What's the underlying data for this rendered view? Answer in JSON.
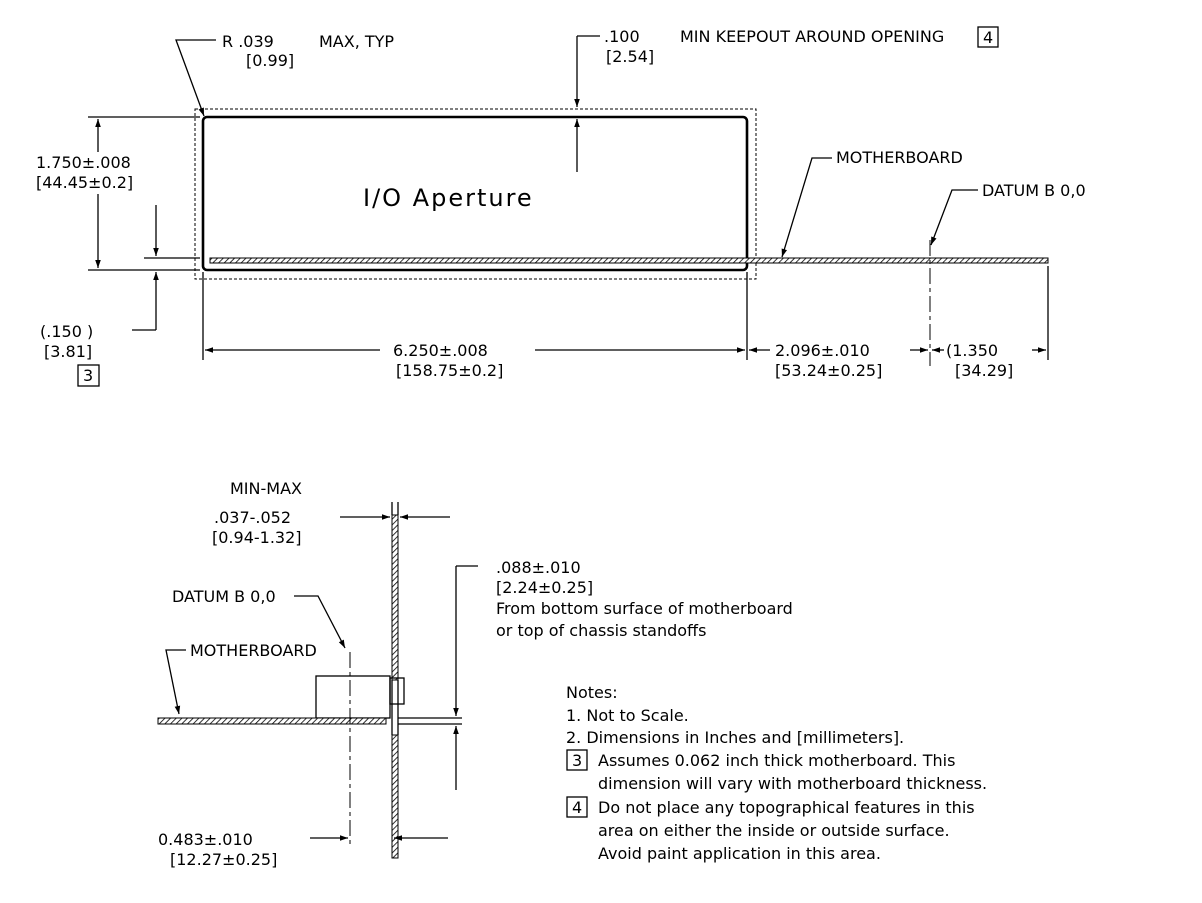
{
  "top_view": {
    "radius_label": "R .039",
    "radius_label_suffix": "MAX, TYP",
    "radius_mm": "[0.99]",
    "keepout_in": ".100",
    "keepout_text": "MIN KEEPOUT AROUND OPENING",
    "keepout_note_ref": "4",
    "keepout_mm": "[2.54]",
    "aperture_label": "I/O Aperture",
    "motherboard_label": "MOTHERBOARD",
    "datum_label": "DATUM B 0,0",
    "height_in": "1.750±.008",
    "height_mm": "[44.45±0.2]",
    "offset_in": "(.150    )",
    "offset_mm": "[3.81]",
    "offset_note_ref": "3",
    "width_in": "6.250±.008",
    "width_mm": "[158.75±0.2]",
    "to_datum_in": "2.096±.010",
    "to_datum_mm": "[53.24±0.25]",
    "beyond_datum_in": "(1.350",
    "beyond_datum_mm": "[34.29]"
  },
  "side_view": {
    "range_heading": "MIN-MAX",
    "thickness_in": ".037-.052",
    "thickness_mm": "[0.94-1.32]",
    "gap_in": ".088±.010",
    "gap_mm": "[2.24±0.25]",
    "gap_desc_1": "From bottom surface of motherboard",
    "gap_desc_2": "or top of chassis standoffs",
    "datum_label": "DATUM B 0,0",
    "motherboard_label": "MOTHERBOARD",
    "datum_dist_in": "0.483±.010",
    "datum_dist_mm": "[12.27±0.25]"
  },
  "notes": {
    "heading": "Notes:",
    "n1": "1. Not to Scale.",
    "n2": "2. Dimensions in Inches and [millimeters].",
    "n3_ref": "3",
    "n3_line1": "Assumes 0.062 inch thick motherboard. This",
    "n3_line2": "dimension will vary with motherboard thickness.",
    "n4_ref": "4",
    "n4_line1": "Do not place any topographical features in this",
    "n4_line2": "area on either the inside or outside surface.",
    "n4_line3": "Avoid paint application in this area."
  }
}
